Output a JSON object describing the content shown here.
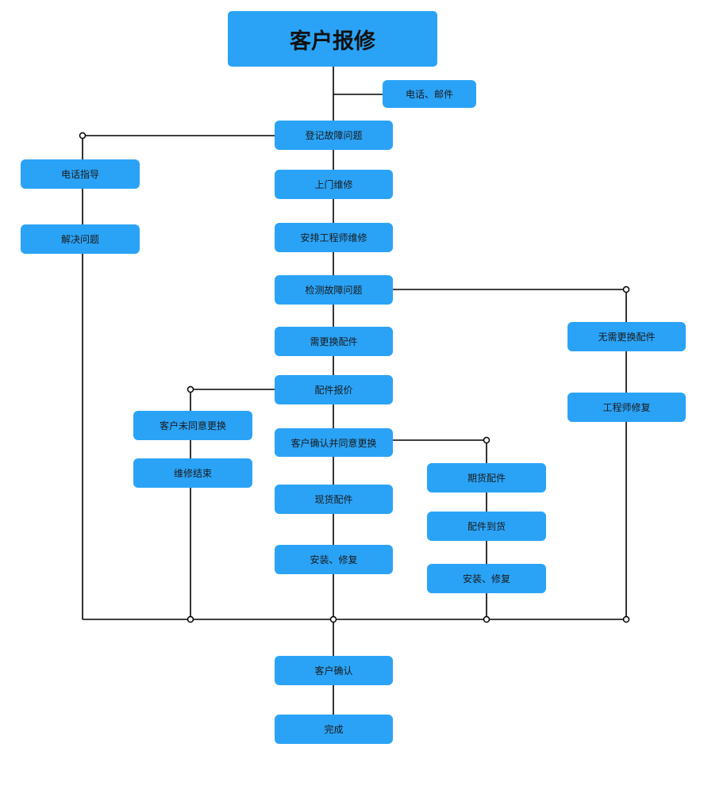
{
  "colors": {
    "node": "#2aa3f7",
    "line": "#000000",
    "text": "#1a1a1a"
  },
  "nodes": {
    "customer_report": "客户报修",
    "phone_email": "电话、邮件",
    "register_fault": "登记故障问题",
    "phone_guidance": "电话指导",
    "solve_problem": "解决问题",
    "onsite_repair": "上门维修",
    "assign_engineer": "安排工程师维修",
    "detect_fault": "检测故障问题",
    "no_parts_needed": "无需更换配件",
    "engineer_repair": "工程师修复",
    "parts_needed": "需更换配件",
    "parts_quote": "配件报价",
    "customer_disagree": "客户未同意更换",
    "repair_end": "维修结束",
    "customer_agree": "客户确认并同意更换",
    "futures_parts": "期货配件",
    "parts_arrived": "配件到货",
    "install_repair_b": "安装、修复",
    "stock_parts": "现货配件",
    "install_repair_a": "安装、修复",
    "customer_confirm": "客户确认",
    "complete": "完成"
  }
}
